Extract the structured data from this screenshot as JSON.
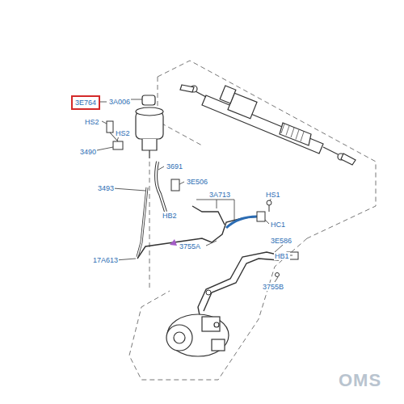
{
  "diagram": {
    "nodes": [
      {
        "text": [
          "3E764"
        ]
      }
    ],
    "labels": [
      "3A006",
      "HS2",
      "HS2",
      "3490",
      "3691",
      "3E506",
      "3493",
      "3A713",
      "HS1",
      "HB2",
      "HC1",
      "3755A",
      "3E586",
      "17A613",
      "HB1",
      "3755B",
      "OMS"
    ]
  }
}
